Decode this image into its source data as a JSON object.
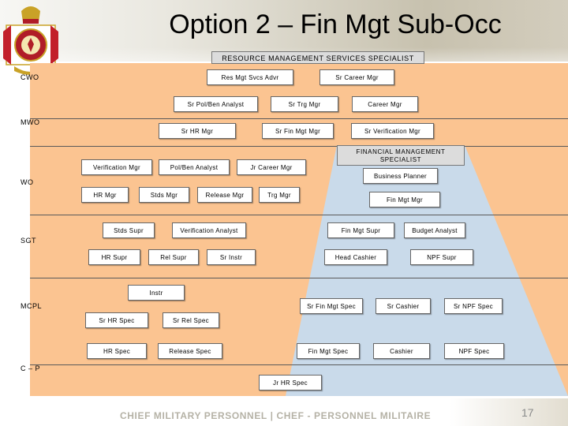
{
  "title": "Option 2 – Fin Mgt Sub-Occ",
  "rms_label": "RESOURCE MANAGEMENT SERVICES SPECIALIST",
  "fms_label": "FINANCIAL MANAGEMENT SPECIALIST",
  "ranks": [
    "CWO",
    "MWO",
    "WO",
    "SGT",
    "MCPL",
    "C – P"
  ],
  "boxes": {
    "res_mgt_svcs_advr": "Res Mgt Svcs Advr",
    "sr_career_mgr": "Sr Career Mgr",
    "sr_pol_ben_analyst": "Sr Pol/Ben Analyst",
    "sr_trg_mgr": "Sr Trg Mgr",
    "career_mgr": "Career Mgr",
    "sr_hr_mgr": "Sr HR Mgr",
    "sr_fin_mgt_mgr": "Sr Fin Mgt Mgr",
    "sr_verification_mgr": "Sr Verification Mgr",
    "verification_mgr": "Verification Mgr",
    "pol_ben_analyst": "Pol/Ben Analyst",
    "jr_career_mgr": "Jr Career Mgr",
    "business_planner": "Business Planner",
    "hr_mgr": "HR Mgr",
    "stds_mgr": "Stds Mgr",
    "release_mgr": "Release Mgr",
    "trg_mgr": "Trg Mgr",
    "fin_mgt_mgr": "Fin Mgt Mgr",
    "stds_supr": "Stds Supr",
    "verification_analyst": "Verification Analyst",
    "fin_mgt_supr": "Fin Mgt Supr",
    "budget_analyst": "Budget Analyst",
    "hr_supr": "HR Supr",
    "rel_supr": "Rel Supr",
    "sr_instr": "Sr Instr",
    "head_cashier": "Head Cashier",
    "npf_supr": "NPF Supr",
    "instr": "Instr",
    "sr_fin_mgt_spec": "Sr Fin Mgt Spec",
    "sr_cashier": "Sr Cashier",
    "sr_npf_spec": "Sr NPF Spec",
    "sr_hr_spec": "Sr HR Spec",
    "sr_rel_spec": "Sr Rel Spec",
    "hr_spec": "HR Spec",
    "release_spec": "Release Spec",
    "fin_mgt_spec": "Fin Mgt Spec",
    "cashier": "Cashier",
    "npf_spec": "NPF Spec",
    "jr_hr_spec": "Jr HR Spec"
  },
  "footer": "CHIEF MILITARY PERSONNEL | CHEF - PERSONNEL MILITAIRE",
  "page_number": "17",
  "colors": {
    "orange_panel": "#fbc491",
    "blue_trapezoid": "#c9daea",
    "grey_banner": "#dcdcdc"
  }
}
